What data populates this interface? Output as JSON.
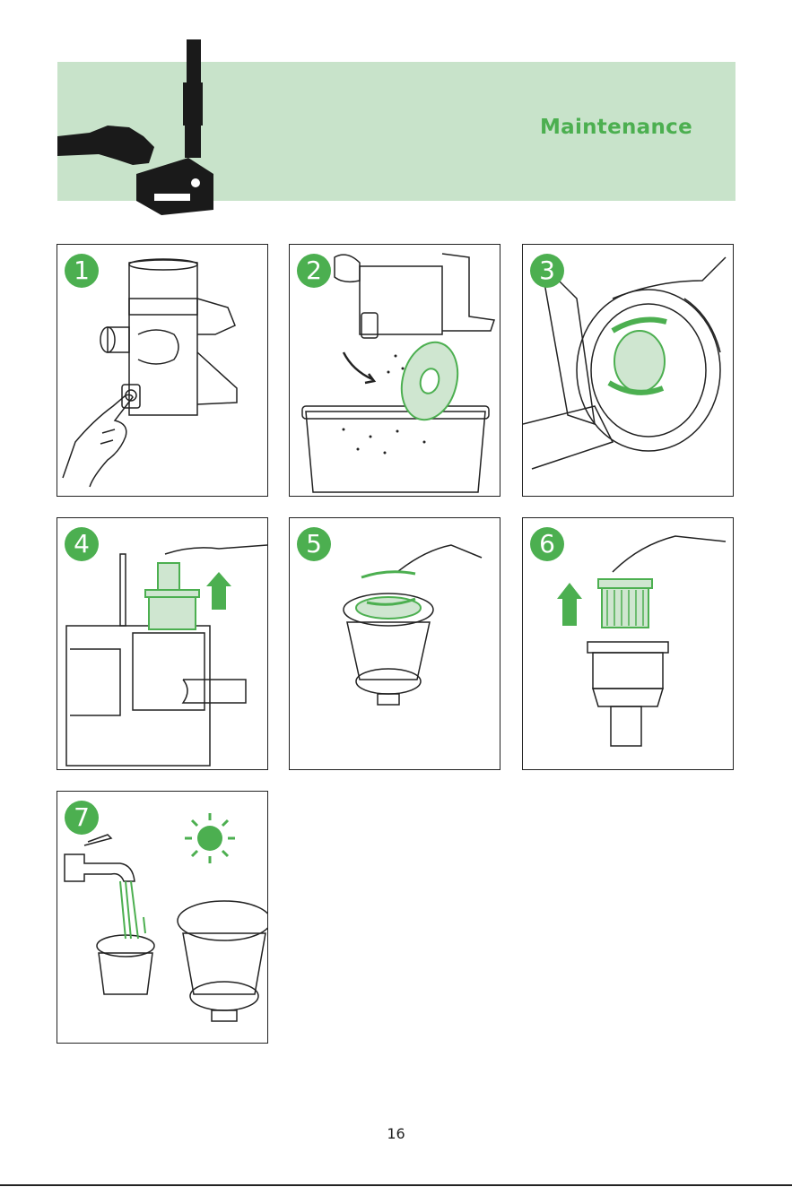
{
  "header": {
    "title": "Maintenance"
  },
  "steps": [
    {
      "number": "1"
    },
    {
      "number": "2"
    },
    {
      "number": "3"
    },
    {
      "number": "4"
    },
    {
      "number": "5"
    },
    {
      "number": "6"
    },
    {
      "number": "7"
    }
  ],
  "footer": {
    "page_number": "16"
  },
  "colors": {
    "accent": "#4caf50",
    "banner": "#c8e3ca",
    "line": "#222222"
  }
}
